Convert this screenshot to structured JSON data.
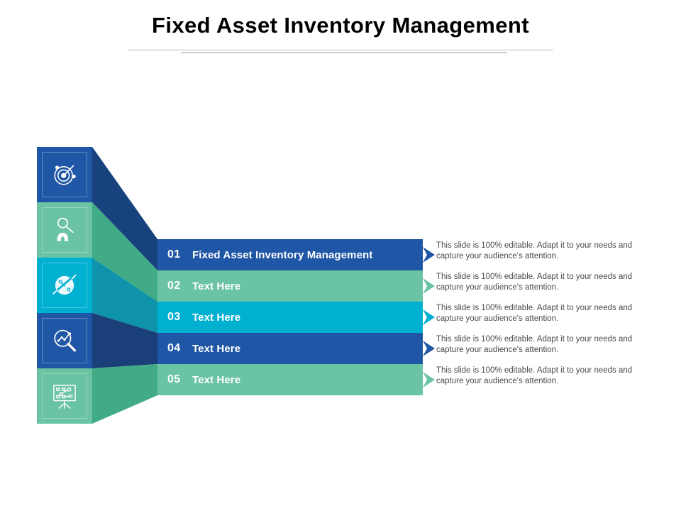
{
  "slide": {
    "title": "Fixed Asset Inventory Management"
  },
  "palette": {
    "dark_blue": "#1f56a5",
    "dark_blue_shade": "#17427e",
    "mint": "#6ac3a3",
    "mint_shade": "#41ab86",
    "cyan": "#00b0d0",
    "cyan_shade": "#0f93ab",
    "navy_shade": "#1b3f78",
    "text_gray": "#4a4a4a",
    "rule_gray": "#b8b8b8",
    "title_black": "#000000"
  },
  "rows": [
    {
      "number": "01",
      "label": "Fixed Asset Inventory Management",
      "description": "This slide is 100% editable. Adapt it to your needs and capture your audience's attention.",
      "bar_color": "#1f56a5",
      "funnel_color": "#17427e",
      "arrow_color": "#1f56a5",
      "icon_color": "#1f56a5",
      "icon": "target-radar-icon"
    },
    {
      "number": "02",
      "label": "Text Here",
      "description": "This slide is 100% editable. Adapt it to your needs and capture your audience's attention.",
      "bar_color": "#6ac3a3",
      "funnel_color": "#41ab86",
      "arrow_color": "#6ac3a3",
      "icon_color": "#6ac3a3",
      "icon": "person-search-icon"
    },
    {
      "number": "03",
      "label": "Text Here",
      "description": "This slide is 100% editable. Adapt it to your needs and capture your audience's attention.",
      "bar_color": "#00b0d0",
      "funnel_color": "#0f93ab",
      "arrow_color": "#00b0d0",
      "icon_color": "#00b0d0",
      "icon": "globe-network-icon"
    },
    {
      "number": "04",
      "label": "Text Here",
      "description": "This slide is 100% editable. Adapt it to your needs and capture your audience's attention.",
      "bar_color": "#1f56a5",
      "funnel_color": "#1b3f78",
      "arrow_color": "#1f56a5",
      "icon_color": "#1f56a5",
      "icon": "chart-magnifier-icon"
    },
    {
      "number": "05",
      "label": "Text Here",
      "description": "This slide is 100% editable. Adapt it to your needs and capture your audience's attention.",
      "bar_color": "#6ac3a3",
      "funnel_color": "#41ab86",
      "arrow_color": "#6ac3a3",
      "icon_color": "#6ac3a3",
      "icon": "presentation-flowchart-icon"
    }
  ]
}
